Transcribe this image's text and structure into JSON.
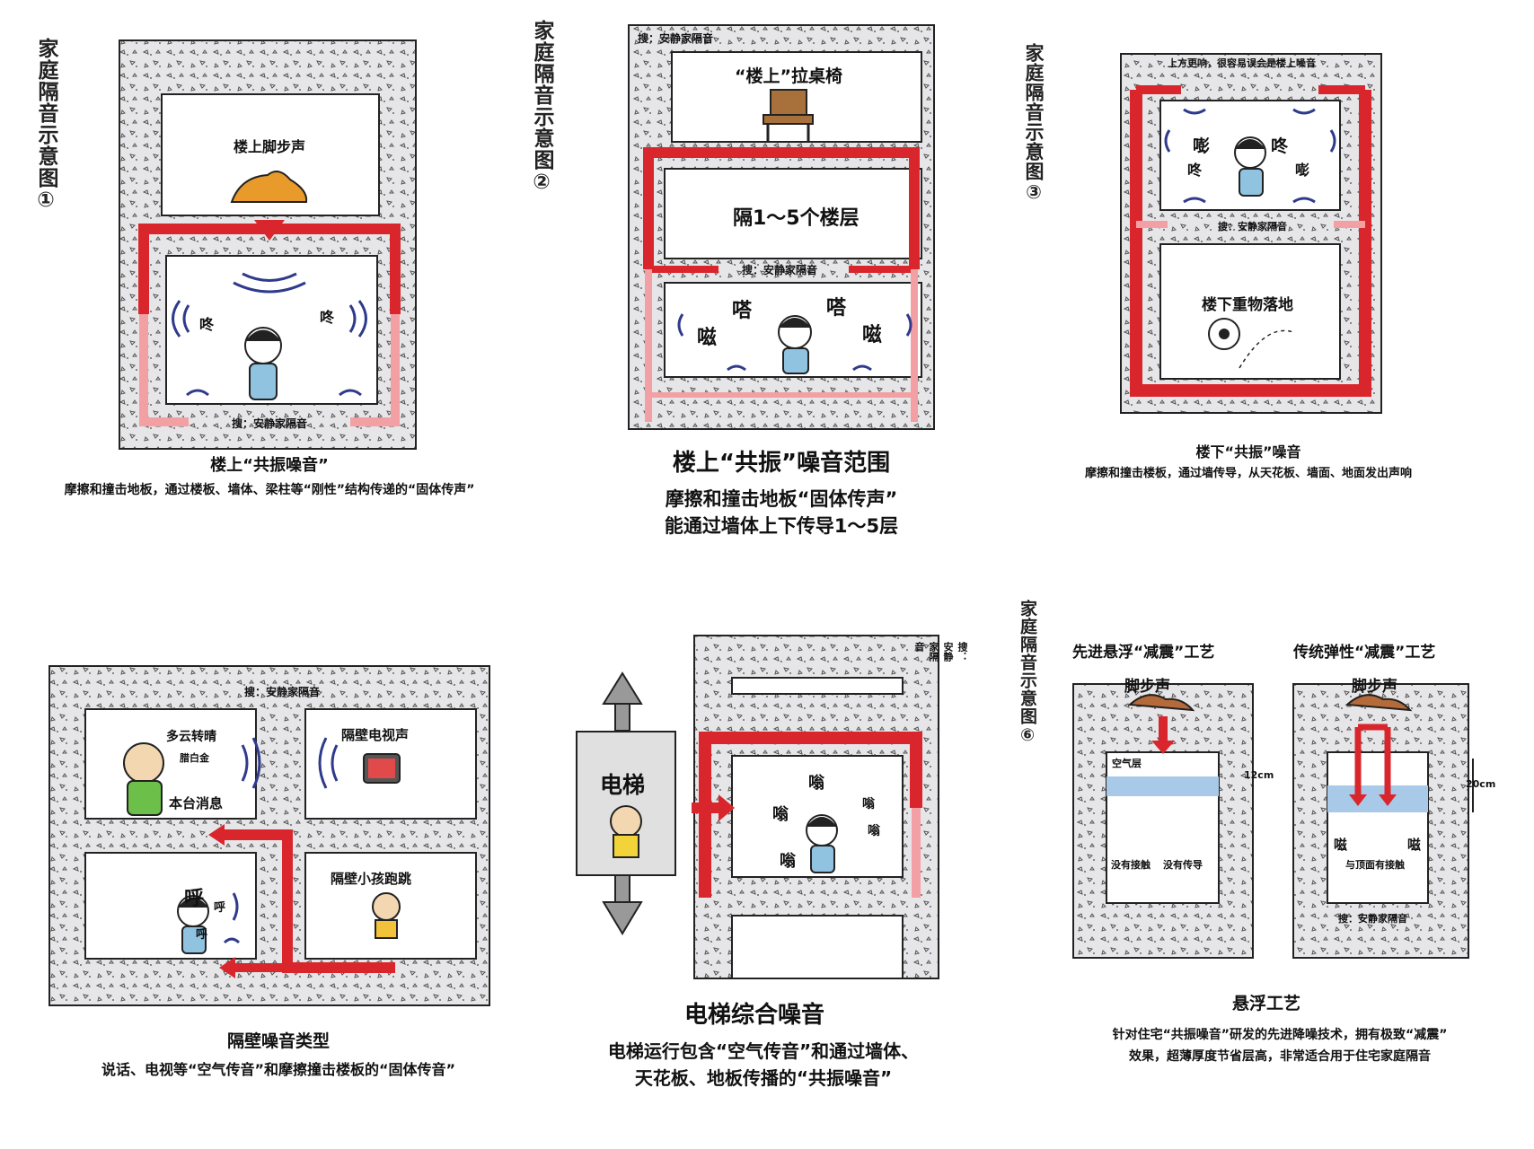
{
  "panel1": {
    "vertical_title": "家庭隔音示意图①",
    "watermark": "搜：安静家隔音",
    "room_upper_label": "楼上脚步声",
    "onomatopoeia": [
      "咚",
      "咚"
    ],
    "caption_title": "楼上“共振噪音”",
    "caption_desc": "摩擦和撞击地板，通过楼板、墙体、梁柱等“刚性”结构传递的“固体传声”"
  },
  "panel2": {
    "vertical_title": "家庭隔音示意图②",
    "watermark": "搜：安静家隔音",
    "room_top_label": "“楼上”拉桌椅",
    "room_mid_label": "隔1～5个楼层",
    "onomatopoeia": [
      "嗒",
      "嗒",
      "嗞",
      "嗞"
    ],
    "caption_title": "楼上“共振”噪音范围",
    "caption_desc_line1": "摩擦和撞击地板“固体传声”",
    "caption_desc_line2": "能通过墙体上下传导1～5层"
  },
  "panel3": {
    "vertical_title": "家庭隔音示意图③",
    "top_note": "上方更响，很容易误会是楼上噪音",
    "watermark": "搜：安静家隔音",
    "onomatopoeia": [
      "嘭",
      "咚",
      "咚",
      "嘭"
    ],
    "room_lower_label": "楼下重物落地",
    "caption_title": "楼下“共振”噪音",
    "caption_desc": "摩擦和撞击楼板，通过墙传导，从天花板、墙面、地面发出声响"
  },
  "panel4": {
    "watermark": "搜：安静家隔音",
    "tv_text": [
      "多云转晴",
      "腊白金",
      "本台消息"
    ],
    "room_tv_label": "隔壁电视声",
    "onomatopoeia": [
      "呼",
      "呼",
      "呼"
    ],
    "room_kid_label": "隔壁小孩跑跳",
    "caption_title": "隔壁噪音类型",
    "caption_desc": "说话、电视等“空气传音”和摩擦撞击楼板的“固体传音”"
  },
  "panel5": {
    "elevator_label": "电梯",
    "watermark": "搜：安静家隔音",
    "onomatopoeia": [
      "嗡",
      "嗡",
      "嗡",
      "嗡",
      "嗡"
    ],
    "caption_title": "电梯综合噪音",
    "caption_desc_line1": "电梯运行包含“空气传音”和通过墙体、",
    "caption_desc_line2": "天花板、地板传播的“共振噪音”"
  },
  "panel6": {
    "vertical_title": "家庭隔音示意图⑥",
    "left_title": "先进悬浮“减震”工艺",
    "right_title": "传统弹性“减震”工艺",
    "footstep": "脚步声",
    "air_layer": "空气层",
    "left_height": "12cm",
    "right_height": "20cm",
    "no_contact": "没有接触",
    "no_transfer": "没有传导",
    "has_contact": "与顶面有接触",
    "onomatopoeia": [
      "嗞",
      "嗞"
    ],
    "watermark": "搜：安静家隔音",
    "caption_title": "悬浮工艺",
    "caption_desc_line1": "针对住宅“共振噪音”研发的先进降噪技术，拥有极致“减震”",
    "caption_desc_line2": "效果，超薄厚度节省层高，非常适合用于住宅家庭隔音"
  },
  "colors": {
    "concrete": "#e8e8ea",
    "red_arrow": "#d9262c",
    "pink_arrow": "#f2a0a4",
    "wave": "#2f3a8c",
    "insulation": "#a9c9e8"
  }
}
